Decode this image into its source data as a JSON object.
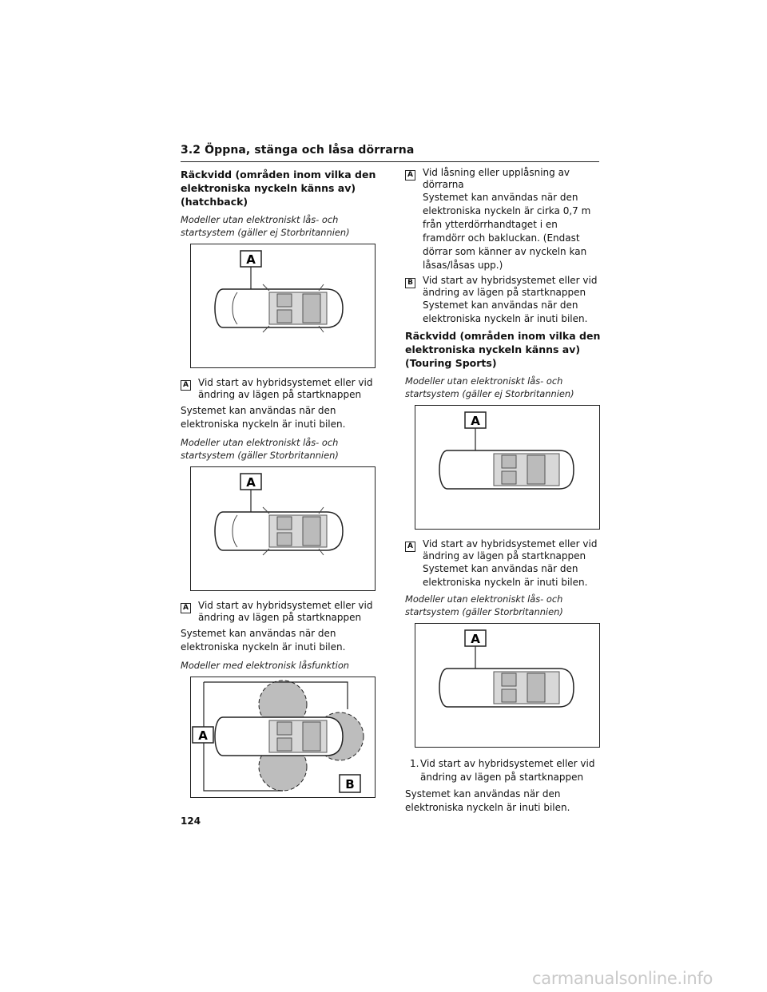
{
  "header": {
    "section_title": "3.2 Öppna, stänga och låsa dörrarna"
  },
  "left": {
    "heading1": "Räckvidd (områden inom vilka den elektroniska nyckeln känns av) (hatchback)",
    "sub1": "Modeller utan elektroniskt lås- och startsystem (gäller ej Storbritannien)",
    "fig1_label": "A",
    "item1": {
      "badge": "A",
      "line1": "Vid start av hybridsystemet eller vid",
      "line2": "ändring av lägen på startknappen"
    },
    "text1": "Systemet kan användas när den elektroniska nyckeln är inuti bilen.",
    "sub2": "Modeller utan elektroniskt lås- och startsystem (gäller Storbritannien)",
    "fig2_label": "A",
    "item2": {
      "badge": "A",
      "line1": "Vid start av hybridsystemet eller vid",
      "line2": "ändring av lägen på startknappen"
    },
    "text2": "Systemet kan användas när den elektroniska nyckeln är inuti bilen.",
    "sub3": "Modeller med elektronisk låsfunktion",
    "fig3_label_a": "A",
    "fig3_label_b": "B"
  },
  "right": {
    "itemA": {
      "badge": "A",
      "line1": "Vid låsning eller upplåsning av",
      "line2": "dörrarna",
      "body": "Systemet kan användas när den elektroniska nyckeln är cirka 0,7 m från ytterdörrhandtaget i en framdörr och bakluckan. (Endast dörrar som känner av nyckeln kan låsas/låsas upp.)"
    },
    "itemB": {
      "badge": "B",
      "line1": "Vid start av hybridsystemet eller vid",
      "line2": "ändring av lägen på startknappen",
      "body": "Systemet kan användas när den elektroniska nyckeln är inuti bilen."
    },
    "heading2": "Räckvidd (områden inom vilka den elektroniska nyckeln känns av) (Touring Sports)",
    "sub4": "Modeller utan elektroniskt lås- och startsystem (gäller ej Storbritannien)",
    "fig4_label": "A",
    "item4": {
      "badge": "A",
      "line1": "Vid start av hybridsystemet eller vid",
      "line2": "ändring av lägen på startknappen",
      "body": "Systemet kan användas när den elektroniska nyckeln är inuti bilen."
    },
    "sub5": "Modeller utan elektroniskt lås- och startsystem (gäller Storbritannien)",
    "fig5_label": "A",
    "num1": {
      "n": "1.",
      "line1": "Vid start av hybridsystemet eller vid",
      "line2": "ändring av lägen på startknappen"
    },
    "text5": "Systemet kan användas när den elektroniska nyckeln är inuti bilen."
  },
  "page_number": "124",
  "watermark": "carmanualsonline.info"
}
